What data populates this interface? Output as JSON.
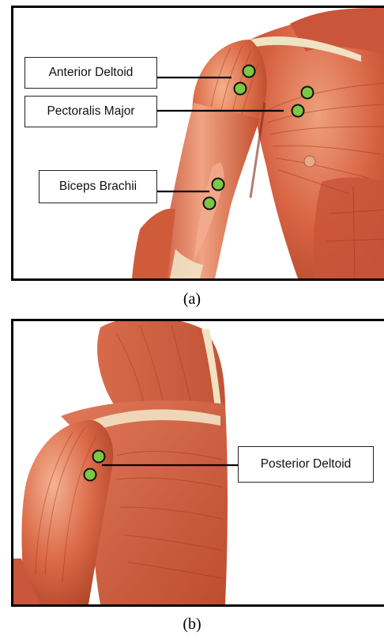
{
  "panel_a": {
    "caption": "(a)",
    "labels": {
      "anterior_deltoid": "Anterior Deltoid",
      "pectoralis_major": "Pectoralis Major",
      "biceps_brachii": "Biceps Brachii"
    }
  },
  "panel_b": {
    "caption": "(b)",
    "labels": {
      "posterior_deltoid": "Posterior Deltoid"
    }
  },
  "colors": {
    "muscle_base": "#d9603f",
    "muscle_light": "#f0a37f",
    "muscle_dark": "#a8391f",
    "tendon": "#f1e2c4",
    "electrode_fill": "#7dc744",
    "electrode_stroke": "#111111"
  },
  "icons": {
    "electrode": "green-circle-marker"
  }
}
